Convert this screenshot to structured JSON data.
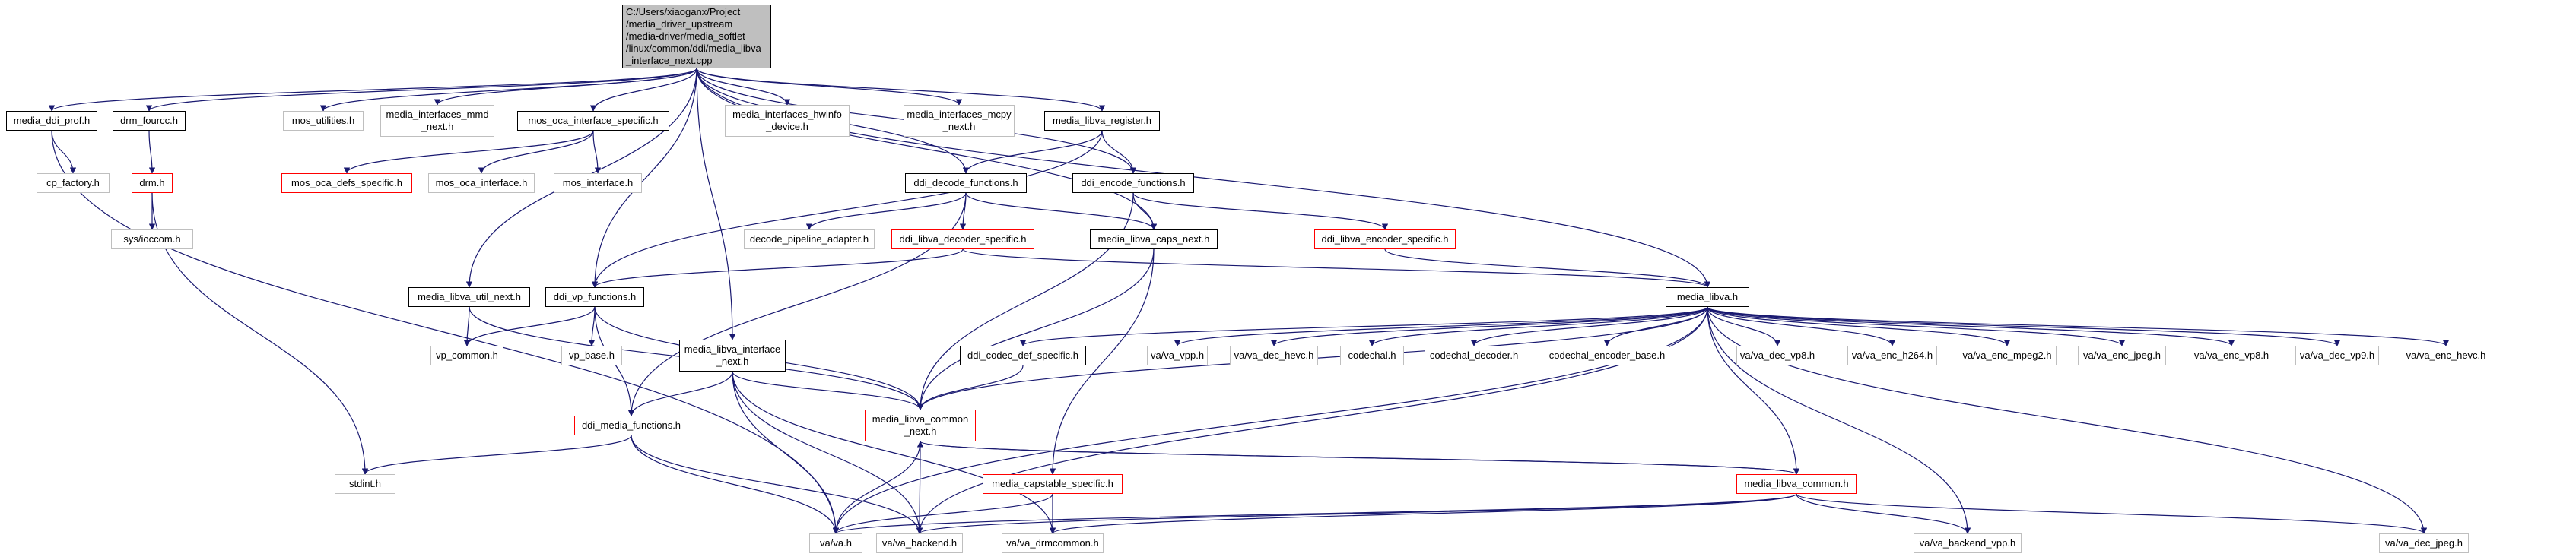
{
  "colors": {
    "edge_blue": "#191970",
    "edge_green": "#006400",
    "border_black": "#000000",
    "border_red": "#ff0000",
    "border_grey": "#bfbfbf",
    "root_fill": "#bfbfbf"
  },
  "nodes": {
    "root": "C:/Users/xiaoganx/Project\n/media_driver_upstream\n/media-driver/media_softlet\n/linux/common/ddi/media_libva\n_interface_next.cpp",
    "media_ddi_prof": "media_ddi_prof.h",
    "drm_fourcc": "drm_fourcc.h",
    "mos_utilities": "mos_utilities.h",
    "media_interfaces_mmd": "media_interfaces_mmd\n_next.h",
    "mos_oca_interface_specific": "mos_oca_interface_specific.h",
    "media_interfaces_hwinfo": "media_interfaces_hwinfo\n_device.h",
    "media_interfaces_mcpy": "media_interfaces_mcpy\n_next.h",
    "media_libva_register": "media_libva_register.h",
    "cp_factory": "cp_factory.h",
    "drm": "drm.h",
    "mos_oca_defs_specific": "mos_oca_defs_specific.h",
    "mos_oca_interface": "mos_oca_interface.h",
    "mos_interface": "mos_interface.h",
    "ddi_decode_functions": "ddi_decode_functions.h",
    "ddi_encode_functions": "ddi_encode_functions.h",
    "sys_ioccom": "sys/ioccom.h",
    "decode_pipeline_adapter": "decode_pipeline_adapter.h",
    "ddi_libva_decoder_specific": "ddi_libva_decoder_specific.h",
    "media_libva_caps_next": "media_libva_caps_next.h",
    "ddi_libva_encoder_specific": "ddi_libva_encoder_specific.h",
    "media_libva_util_next": "media_libva_util_next.h",
    "ddi_vp_functions": "ddi_vp_functions.h",
    "media_libva": "media_libva.h",
    "vp_common": "vp_common.h",
    "vp_base": "vp_base.h",
    "media_libva_interface_next": "media_libva_interface\n_next.h",
    "ddi_codec_def_specific": "ddi_codec_def_specific.h",
    "va_vpp": "va/va_vpp.h",
    "va_dec_hevc": "va/va_dec_hevc.h",
    "codechal": "codechal.h",
    "codechal_decoder": "codechal_decoder.h",
    "codechal_encoder_base": "codechal_encoder_base.h",
    "va_dec_vp8": "va/va_dec_vp8.h",
    "va_enc_h264": "va/va_enc_h264.h",
    "va_enc_mpeg2": "va/va_enc_mpeg2.h",
    "va_enc_jpeg": "va/va_enc_jpeg.h",
    "va_enc_vp8": "va/va_enc_vp8.h",
    "va_dec_vp9": "va/va_dec_vp9.h",
    "va_enc_hevc": "va/va_enc_hevc.h",
    "ddi_media_functions": "ddi_media_functions.h",
    "media_libva_common_next": "media_libva_common\n_next.h",
    "stdint": "stdint.h",
    "media_capstable_specific": "media_capstable_specific.h",
    "media_libva_common": "media_libva_common.h",
    "va": "va/va.h",
    "va_backend": "va/va_backend.h",
    "va_drmcommon": "va/va_drmcommon.h",
    "va_backend_vpp": "va/va_backend_vpp.h",
    "va_dec_jpeg": "va/va_dec_jpeg.h"
  }
}
